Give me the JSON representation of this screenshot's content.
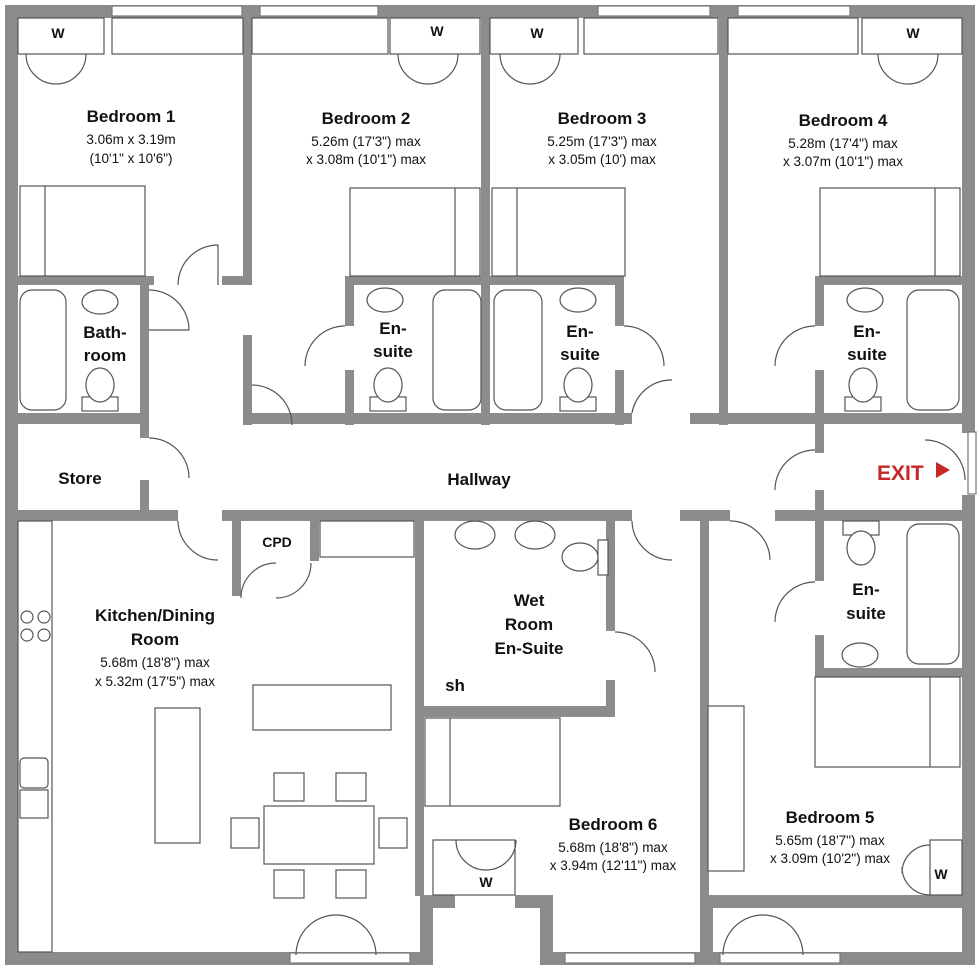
{
  "rooms": {
    "bedroom1": {
      "name": "Bedroom 1",
      "dim1": "3.06m x 3.19m",
      "dim2": "(10'1\" x 10'6\")"
    },
    "bedroom2": {
      "name": "Bedroom 2",
      "dim1": "5.26m (17'3\") max",
      "dim2": "x 3.08m (10'1\") max"
    },
    "bedroom3": {
      "name": "Bedroom 3",
      "dim1": "5.25m (17'3\") max",
      "dim2": "x 3.05m (10') max"
    },
    "bedroom4": {
      "name": "Bedroom 4",
      "dim1": "5.28m (17'4\") max",
      "dim2": "x 3.07m (10'1\") max"
    },
    "bathroom": {
      "line1": "Bath-",
      "line2": "room"
    },
    "ensuite2": {
      "line1": "En-",
      "line2": "suite"
    },
    "ensuite3": {
      "line1": "En-",
      "line2": "suite"
    },
    "ensuite4": {
      "line1": "En-",
      "line2": "suite"
    },
    "ensuite5": {
      "line1": "En-",
      "line2": "suite"
    },
    "store": {
      "name": "Store"
    },
    "hallway": {
      "name": "Hallway"
    },
    "exit": {
      "label": "EXIT"
    },
    "cpd": {
      "name": "CPD"
    },
    "kitchen": {
      "line1": "Kitchen/Dining",
      "line2": "Room",
      "dim1": "5.68m (18'8\") max",
      "dim2": "x 5.32m (17'5\") max"
    },
    "wetroom": {
      "line1": "Wet",
      "line2": "Room",
      "line3": "En-Suite",
      "shower": "sh"
    },
    "bedroom6": {
      "name": "Bedroom 6",
      "dim1": "5.68m (18'8\") max",
      "dim2": "x 3.94m (12'11\") max"
    },
    "bedroom5": {
      "name": "Bedroom 5",
      "dim1": "5.65m (18'7\") max",
      "dim2": "x 3.09m (10'2\") max"
    }
  },
  "wardrobe_label": "W",
  "colors": {
    "wall": "#8c8c8c",
    "exit": "#c62828",
    "background": "#ffffff"
  }
}
